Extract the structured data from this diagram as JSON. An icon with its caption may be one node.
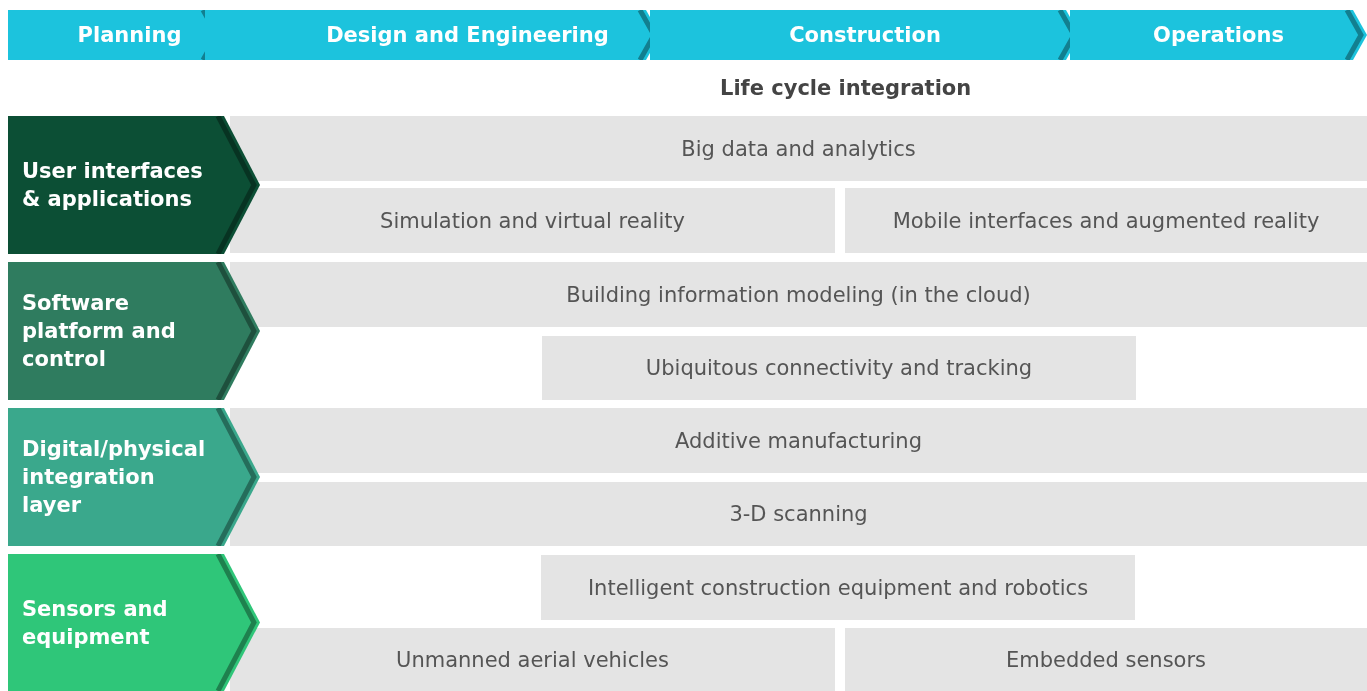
{
  "diagram": {
    "nodes": [
      {
        "text": [
          "Planning"
        ]
      },
      {
        "text": [
          "Design and Engineering"
        ]
      },
      {
        "text": [
          "Construction"
        ]
      },
      {
        "text": [
          "Operations"
        ]
      },
      {
        "text": [
          "User interfaces & applications"
        ]
      },
      {
        "text": [
          "Big data and analytics"
        ]
      },
      {
        "text": [
          "Simulation and virtual reality"
        ]
      },
      {
        "text": [
          "Mobile interfaces and augmented reality"
        ]
      },
      {
        "text": [
          "Software platform and control"
        ]
      },
      {
        "text": [
          "Building information modeling (in the cloud)"
        ]
      },
      {
        "text": [
          "Ubiquitous connectivity and tracking"
        ]
      },
      {
        "text": [
          "Digital/physical integration layer"
        ]
      },
      {
        "text": [
          "Additive manufacturing"
        ]
      },
      {
        "text": [
          "3-D scanning"
        ]
      },
      {
        "text": [
          "Sensors and equipment"
        ]
      },
      {
        "text": [
          "Intelligent construction equipment and robotics"
        ]
      },
      {
        "text": [
          "Unmanned aerial vehicles"
        ]
      },
      {
        "text": [
          "Embedded sensors"
        ]
      }
    ],
    "edges": [],
    "labels": [
      "Life cycle integration"
    ]
  }
}
